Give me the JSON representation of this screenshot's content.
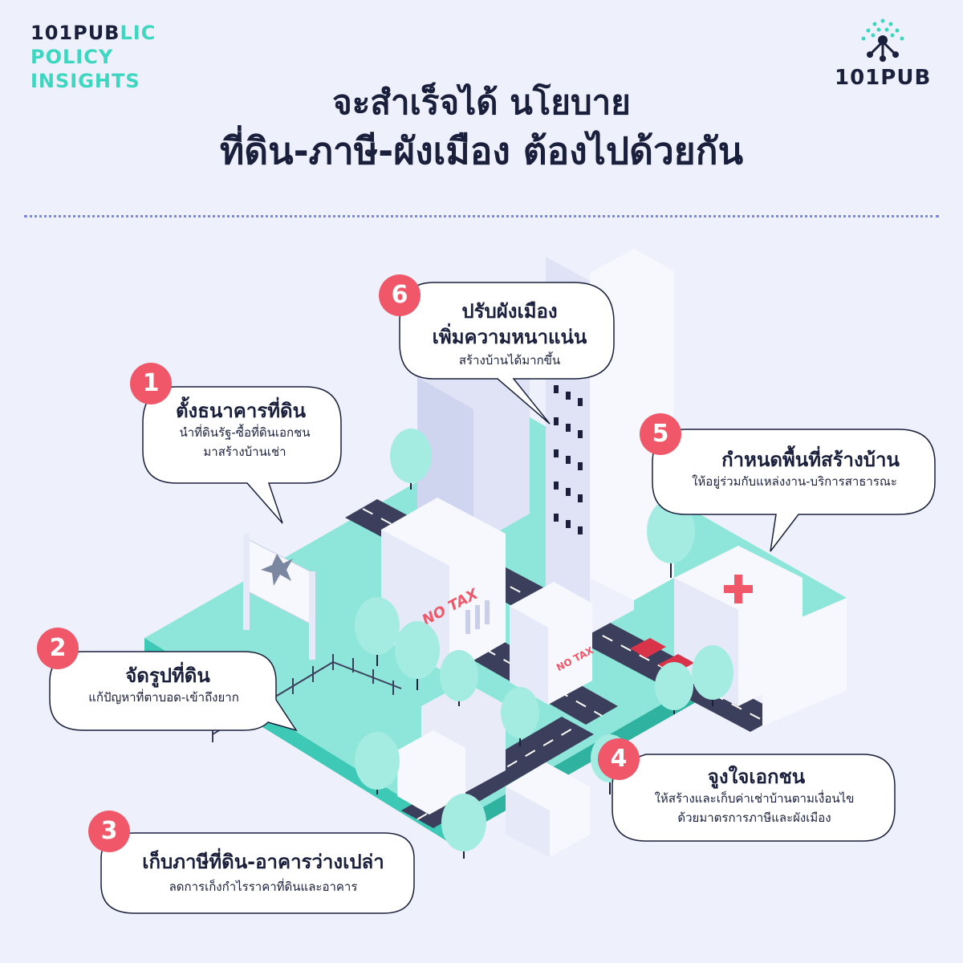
{
  "brand": {
    "line1_a": "101PUB",
    "line1_b": "LIC",
    "line2": "POLICY",
    "line3": "INSIGHTS"
  },
  "logo_right": {
    "text": "101PUB"
  },
  "title": {
    "line1": "จะสำเร็จได้ นโยบาย",
    "line2": "ที่ดิน-ภาษี-ผังเมือง ต้องไปด้วยกัน"
  },
  "colors": {
    "accent": "#3dd6c0",
    "number_badge": "#f0586a",
    "ground": "#8ee6da",
    "road": "#3b3f5c"
  },
  "steps": [
    {
      "num": "1",
      "heading": "ตั้งธนาคารที่ดิน",
      "sub1": "นำที่ดินรัฐ-ซื้อที่ดินเอกชน",
      "sub2": "มาสร้างบ้านเช่า"
    },
    {
      "num": "2",
      "heading": "จัดรูปที่ดิน",
      "sub1": "แก้ปัญหาที่ตาบอด-เข้าถึงยาก",
      "sub2": ""
    },
    {
      "num": "3",
      "heading": "เก็บภาษีที่ดิน-อาคารว่างเปล่า",
      "sub1": "ลดการเก็งกำไรราคาที่ดินและอาคาร",
      "sub2": ""
    },
    {
      "num": "4",
      "heading": "จูงใจเอกชน",
      "sub1": "ให้สร้างและเก็บค่าเช่าบ้านตามเงื่อนไข",
      "sub2": "ด้วยมาตรการภาษีและผังเมือง"
    },
    {
      "num": "5",
      "heading": "กำหนดพื้นที่สร้างบ้าน",
      "sub1": "ให้อยู่ร่วมกับแหล่งงาน-บริการสาธารณะ",
      "sub2": ""
    },
    {
      "num": "6",
      "heading": "ปรับผังเมือง",
      "heading2": "เพิ่มความหนาแน่น",
      "sub1": "สร้างบ้านได้มากขึ้น"
    }
  ],
  "building_labels": {
    "no_tax_large": "NO TAX",
    "no_tax_small": "NO TAX"
  }
}
